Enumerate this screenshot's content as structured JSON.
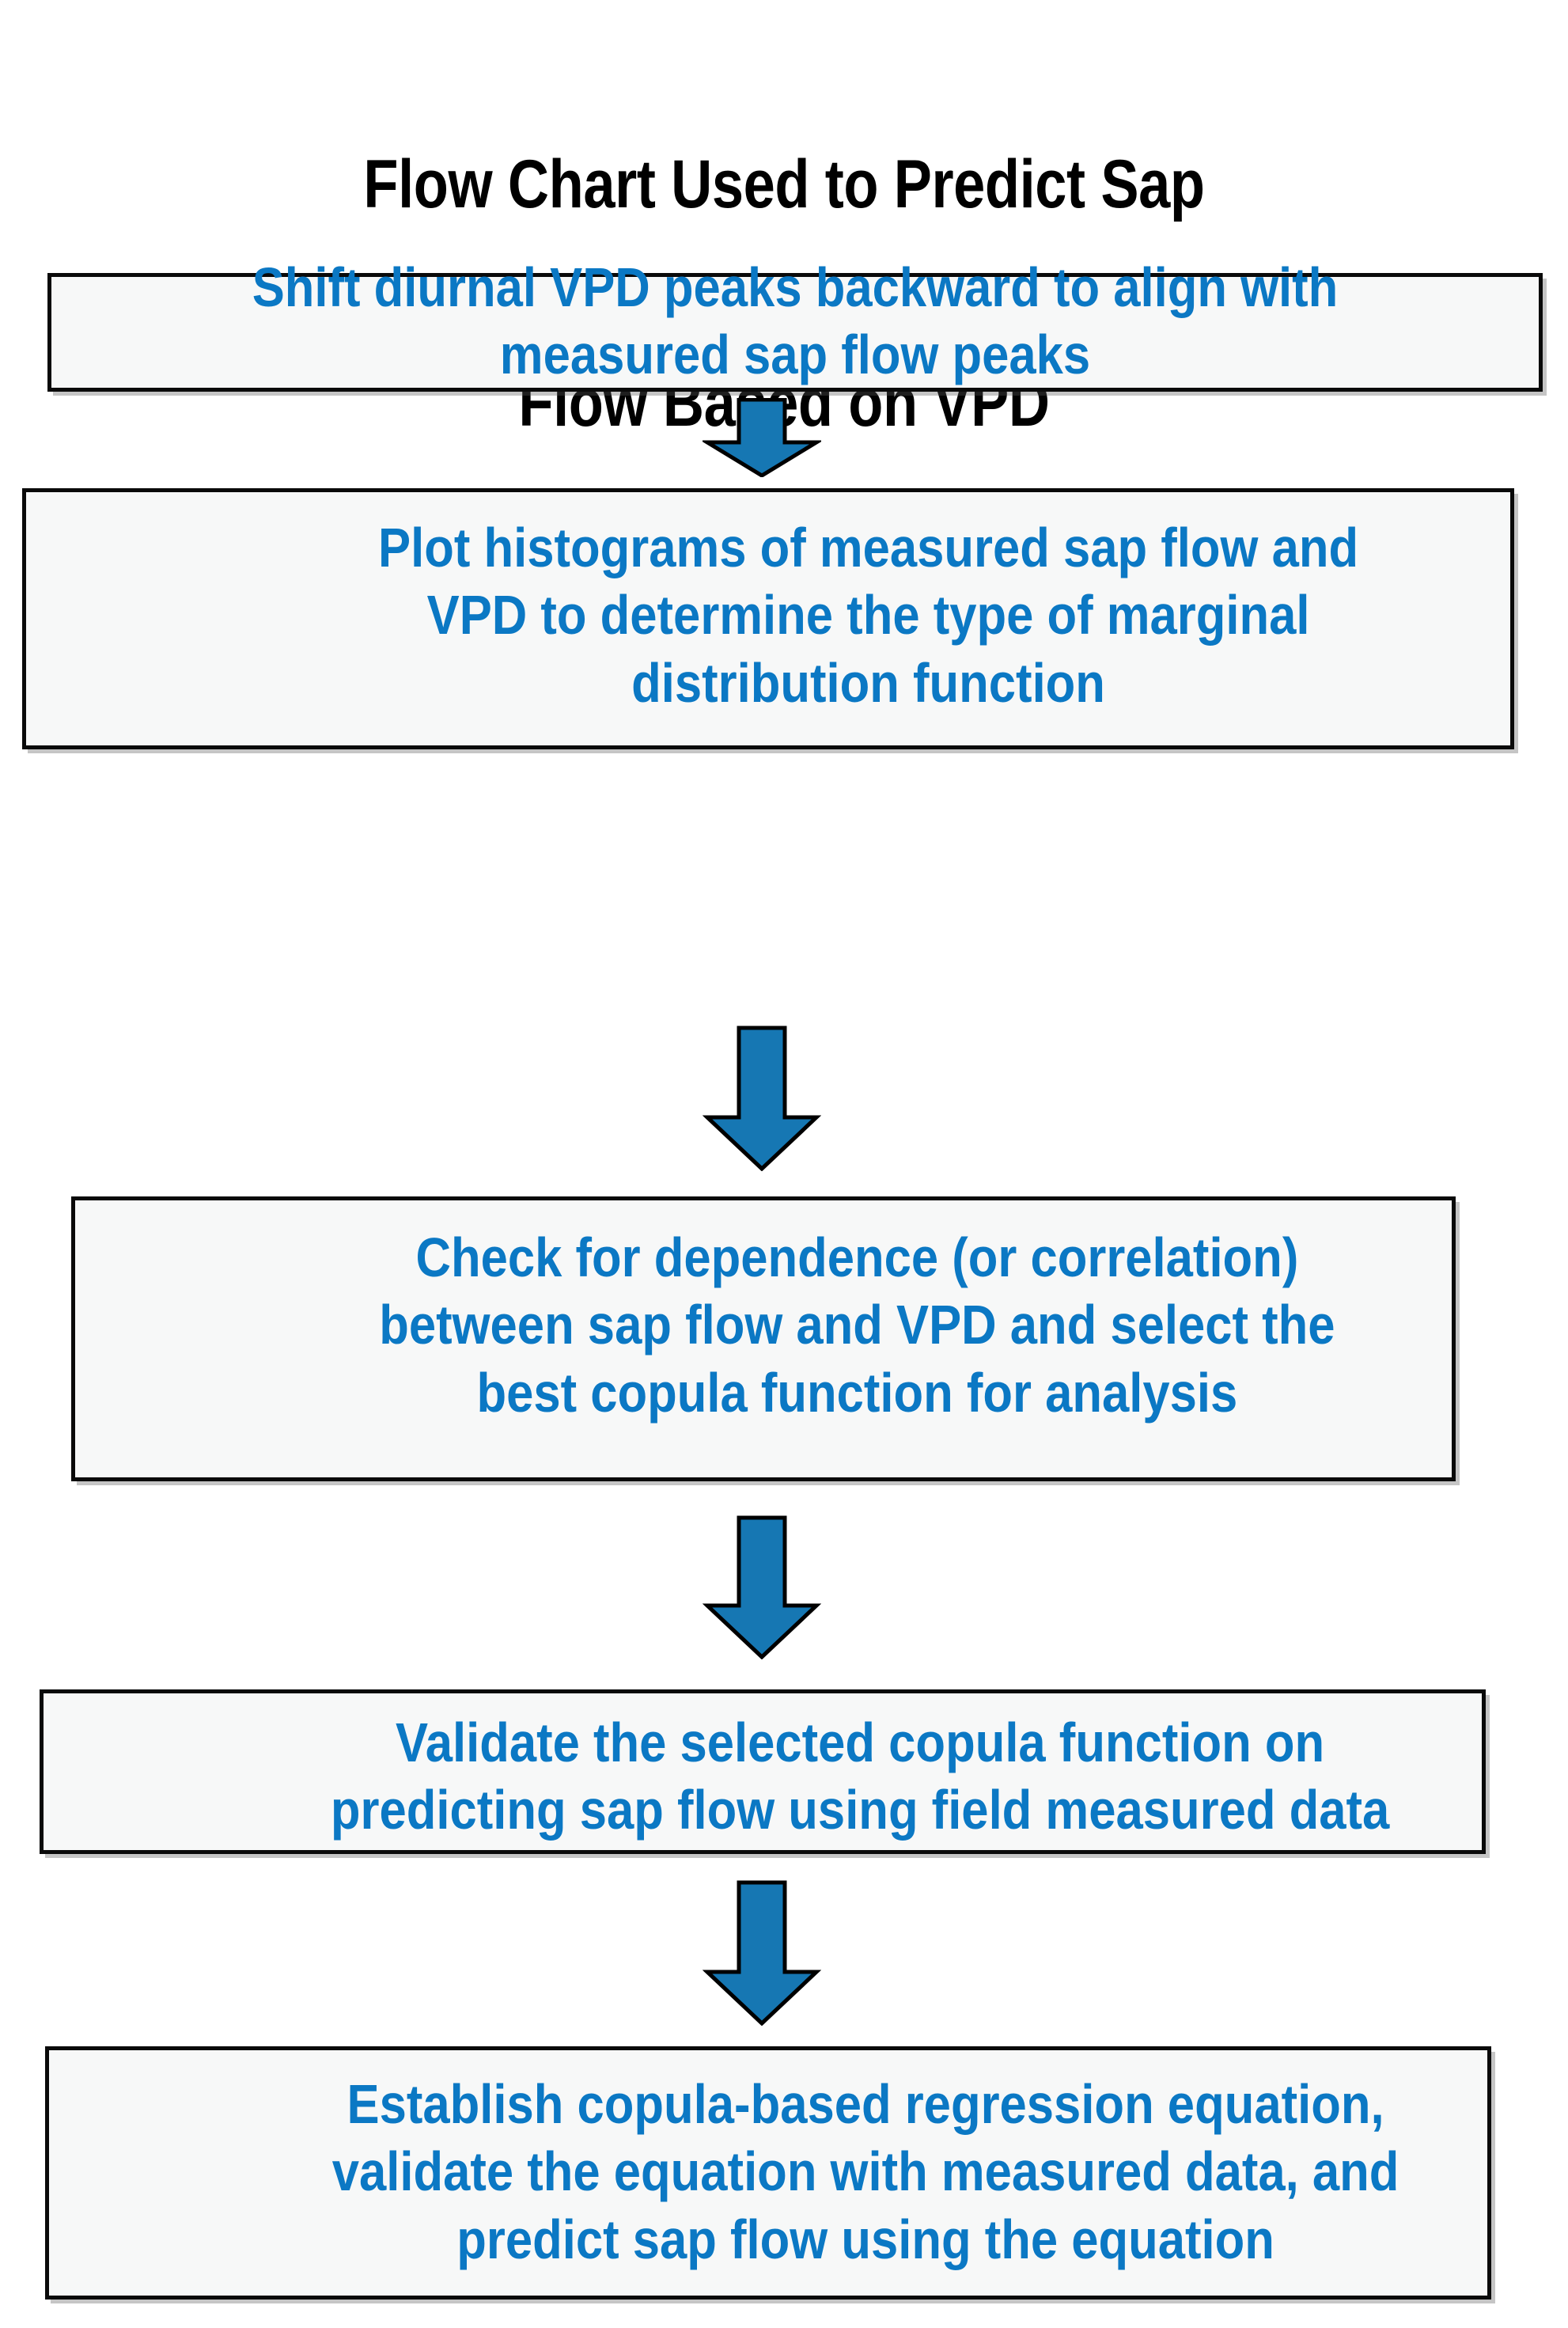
{
  "figure": {
    "type": "flowchart",
    "orientation": "vertical-top-to-bottom",
    "title_line_1": "Flow Chart Used to Predict Sap",
    "title_line_2": "Flow Based on VPD",
    "title_full": "Flow Chart Used to Predict Sap Flow Based on VPD",
    "colors": {
      "title_text": "#000000",
      "node_text": "#0b78c4",
      "node_fill": "#f7f8f8",
      "node_border": "#0a0a0a",
      "arrow_fill": "#1677b3",
      "arrow_outline": "#000000",
      "background": "#ffffff"
    }
  },
  "nodes": [
    {
      "id": "step-1",
      "order": 1,
      "text": "Shift diurnal VPD peaks backward  to align with\nmeasured sap flow peaks"
    },
    {
      "id": "step-2",
      "order": 2,
      "text": "Plot histograms of measured sap flow and\nVPD  to determine the type of marginal\ndistribution function"
    },
    {
      "id": "step-3",
      "order": 3,
      "text": "Check for dependence (or correlation)\nbetween sap flow and VPD and select the\nbest copula function for analysis"
    },
    {
      "id": "step-4",
      "order": 4,
      "text": "Validate the selected copula function on\npredicting sap flow using field measured data"
    },
    {
      "id": "step-5",
      "order": 5,
      "text": "Establish copula-based regression equation,\nvalidate the equation with measured data, and\npredict sap flow using the equation"
    }
  ],
  "connectors": [
    {
      "id": "arrow-1",
      "from": "step-1",
      "to": "step-2",
      "glyph": "down-arrow"
    },
    {
      "id": "arrow-2",
      "from": "step-2",
      "to": "step-3",
      "glyph": "down-arrow"
    },
    {
      "id": "arrow-3",
      "from": "step-3",
      "to": "step-4",
      "glyph": "down-arrow"
    },
    {
      "id": "arrow-4",
      "from": "step-4",
      "to": "step-5",
      "glyph": "down-arrow"
    }
  ]
}
